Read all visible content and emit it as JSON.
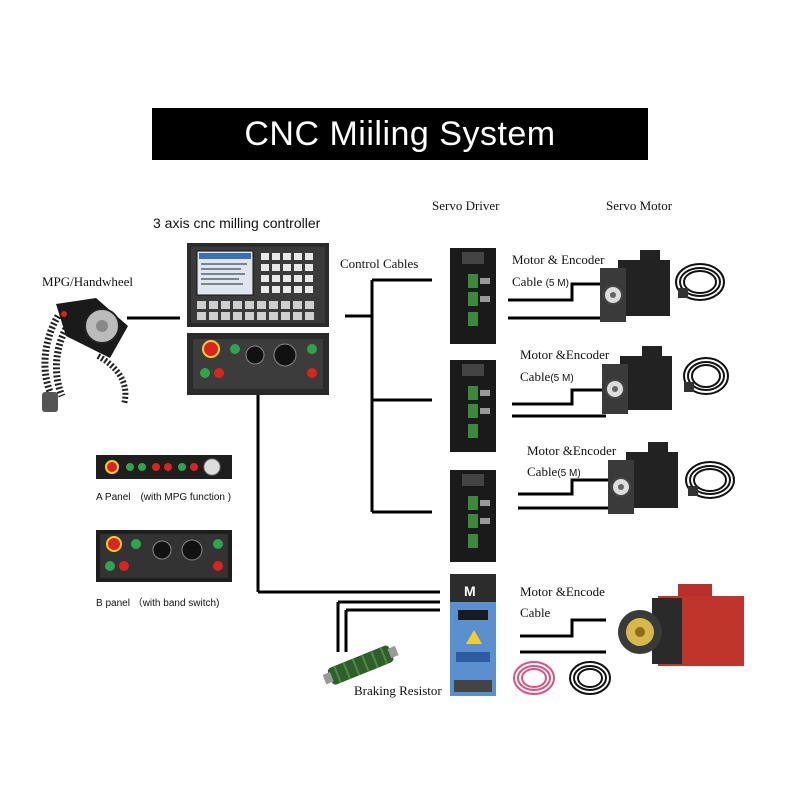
{
  "title": "CNC Miiling System",
  "labels": {
    "controller": "3 axis cnc milling controller",
    "servo_driver": "Servo Driver",
    "servo_motor": "Servo Motor",
    "control_cables": "Control Cables",
    "mpg": "MPG/Handwheel",
    "panel_a": "A Panel　(with MPG function )",
    "panel_b": "B panel （with band switch)",
    "braking_resistor": "Braking Resistor"
  },
  "motor_cables": [
    {
      "line1": "Motor & Encoder",
      "line2_prefix": "Cable",
      "line2_value": "(5 M)"
    },
    {
      "line1": "Motor &Encoder",
      "line2_prefix": "Cable",
      "line2_value": "(5 M)"
    },
    {
      "line1": "Motor &Encoder",
      "line2_prefix": "Cable",
      "line2_value": "(5 M)"
    },
    {
      "line1": "Motor &Encode",
      "line2_prefix": "Cable",
      "line2_value": ""
    }
  ],
  "colors": {
    "banner_bg": "#000000",
    "banner_text": "#ffffff",
    "wire": "#000000",
    "device_dark": "#1c1c1c",
    "motor_accent": "#c0352b",
    "resistor_green": "#2f5e2a",
    "spindle_driver_blue": "#3f7cc6"
  },
  "icons": [
    "controller-image",
    "handwheel-image",
    "servo-driver-image",
    "servo-motor-image",
    "encoder-cable-image",
    "spindle-driver-image",
    "spindle-motor-image",
    "braking-resistor-image",
    "panel-a-image",
    "panel-b-image"
  ]
}
